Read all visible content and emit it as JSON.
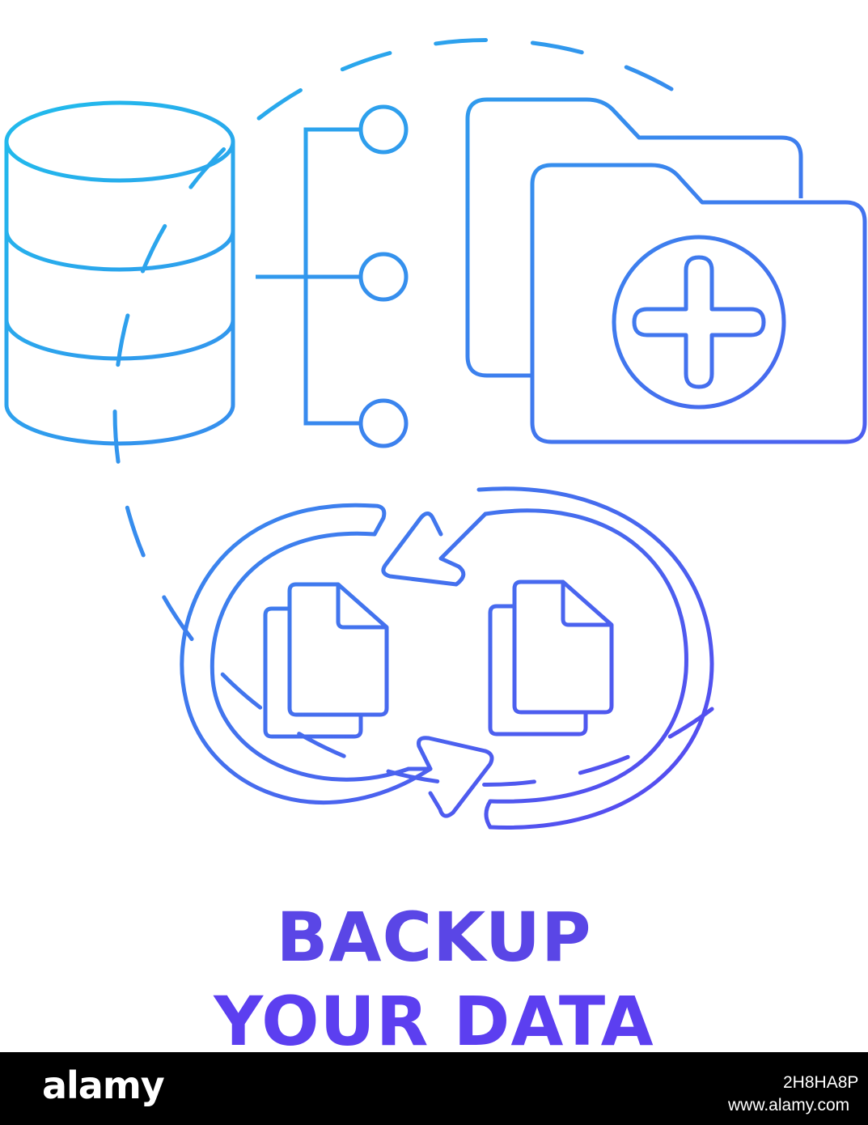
{
  "title": {
    "line1": "BACKUP",
    "line2": "YOUR DATA"
  },
  "icons": [
    "database-icon",
    "network-branch-icon",
    "folders-icon",
    "plus-icon",
    "sync-arrows-icon",
    "document-icon"
  ],
  "colors": {
    "gradient_start": "#22b8ec",
    "gradient_end": "#5b3ff0",
    "title": "#5a46e6",
    "footer_bg": "#000000"
  },
  "footer": {
    "logo": "alamy",
    "image_id": "2H8HA8P",
    "url": "www.alamy.com"
  }
}
